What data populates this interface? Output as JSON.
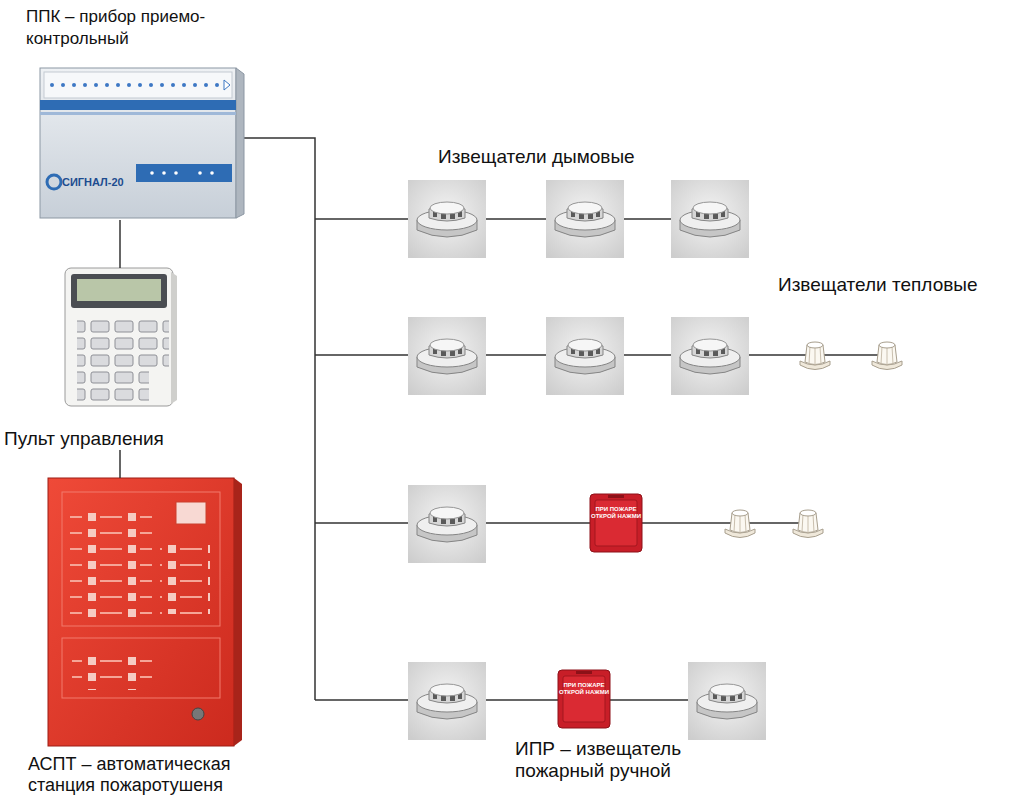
{
  "diagram": {
    "nodes": [
      {
        "text": [
          "ППК – прибор приемо-контрольный"
        ]
      },
      {
        "text": [
          "Пульт управления"
        ]
      },
      {
        "text": [
          "АСПТ – автоматическая станция пожаротушеня"
        ]
      }
    ],
    "edges": [
      {
        "from": 0,
        "to": 1,
        "arrow": "none"
      },
      {
        "from": 1,
        "to": 2,
        "arrow": "none"
      }
    ],
    "labels": [
      "СИГНАЛ-20",
      "Извещатели дымовые",
      "Извещатели тепловые",
      "ПРИ ПОЖАРЕ ОТКРОЙ НАЖМИ",
      "ПРИ ПОЖАРЕ ОТКРОЙ НАЖМИ",
      "ИПР – извещатель пожарный ручной"
    ]
  }
}
